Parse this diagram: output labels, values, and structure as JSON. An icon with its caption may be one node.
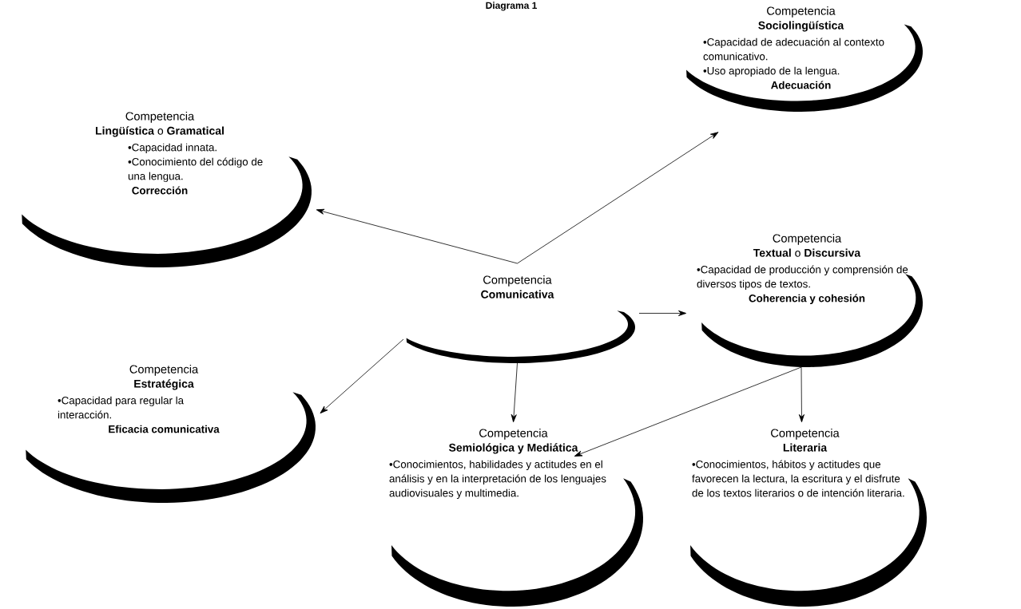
{
  "diagram": {
    "title": "Diagrama 1",
    "nodes": [
      {
        "text": [
          "Competencia",
          "Sociolingüística",
          "•Capacidad de adecuación al contexto comunicativo.",
          "•Uso apropiado de la lengua.",
          "Adecuación"
        ]
      },
      {
        "text": [
          "Competencia",
          "**Lingüística** o **Gramatical**",
          "•Capacidad innata.",
          "•Conocimiento del código de una lengua.",
          "Corrección"
        ]
      },
      {
        "text": [
          "Competencia",
          "**Textual** o **Discursiva**",
          "•Capacidad de producción y comprensión de diversos tipos de textos.",
          "Coherencia y cohesión"
        ]
      },
      {
        "text": [
          "Competencia",
          "Comunicativa"
        ]
      },
      {
        "text": [
          "Competencia",
          "Estratégica",
          "•Capacidad para regular la interacción.",
          "Eficacia comunicativa"
        ]
      },
      {
        "text": [
          "Competencia",
          "Semiológica y Mediática",
          "•Conocimientos, habilidades y actitudes en el análisis y en la interpretación de los lenguajes audiovisuales y multimedia."
        ]
      },
      {
        "text": [
          "Competencia",
          "Literaria",
          "•Conocimientos, hábitos y actitudes que favorecen la lectura, la escritura y el disfrute de los textos literarios o de intención literaria."
        ]
      }
    ],
    "edges": [
      {
        "from": 3,
        "to": 0,
        "arrow": "to"
      },
      {
        "from": 3,
        "to": 1,
        "arrow": "to"
      },
      {
        "from": 3,
        "to": 2,
        "arrow": "to"
      },
      {
        "from": 3,
        "to": 4,
        "arrow": "to"
      },
      {
        "from": 3,
        "to": 5,
        "arrow": "to"
      },
      {
        "from": 2,
        "to": 6,
        "arrow": "to"
      },
      {
        "from": 2,
        "to": 5,
        "arrow": "to"
      }
    ]
  }
}
